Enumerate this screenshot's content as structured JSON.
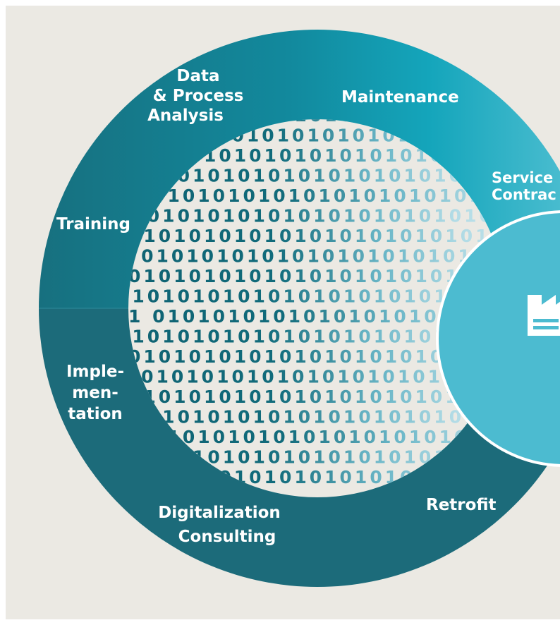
{
  "diagram": {
    "segments": [
      {
        "id": "data-process-analysis",
        "lines": [
          "Data",
          "& Process",
          "Analysis"
        ]
      },
      {
        "id": "maintenance",
        "lines": [
          "Maintenance"
        ]
      },
      {
        "id": "service-contracts",
        "lines": [
          "Service",
          "Contrac"
        ]
      },
      {
        "id": "training",
        "lines": [
          "Training"
        ]
      },
      {
        "id": "implementation",
        "lines": [
          "Imple-",
          "men-",
          "tation"
        ]
      },
      {
        "id": "digitalization-consulting",
        "lines": [
          "Digitalization",
          "Consulting"
        ]
      },
      {
        "id": "retrofit",
        "lines": [
          "Retrofit"
        ]
      }
    ],
    "binary_pattern": "0101010101010101010101010101",
    "colors": {
      "background": "#ebe9e3",
      "ring_dark": "#1c6b7a",
      "ring_mid": "#1a9bb0",
      "ring_light": "#4cc0d2",
      "digits_dark": "#0f6272",
      "digits_light": "#b3dce6"
    },
    "icon": "factory-icon"
  }
}
